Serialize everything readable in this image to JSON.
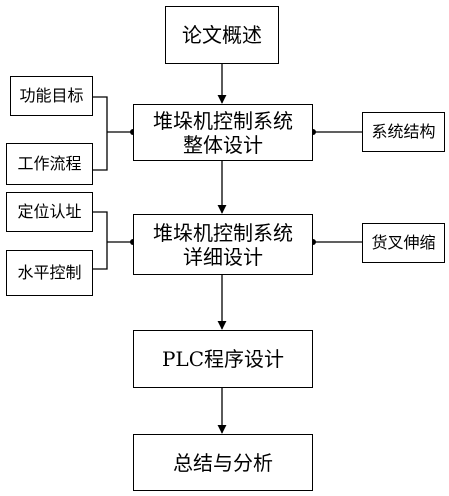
{
  "nodes": {
    "overview": "论文概述",
    "overall_design": {
      "line1": "堆垛机控制系统",
      "line2": "整体设计"
    },
    "detailed_design": {
      "line1": "堆垛机控制系统",
      "line2": "详细设计"
    },
    "plc_design": "PLC程序设计",
    "summary": "总结与分析",
    "function_goal": "功能目标",
    "work_flow": "工作流程",
    "system_structure": "系统结构",
    "position_recognition": "定位认址",
    "horizontal_control": "水平控制",
    "fork_extension": "货叉伸缩"
  }
}
